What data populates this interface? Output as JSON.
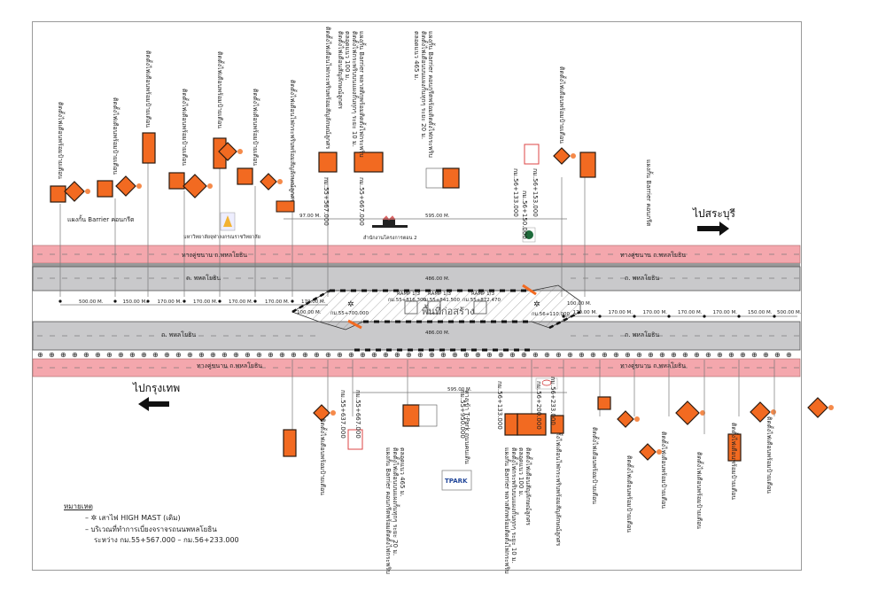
{
  "drawing": {
    "type": "traffic management plan",
    "colors": {
      "frontage_road": "#f4a7ad",
      "main_road": "#c9c9cb",
      "sign_orange": "#f26a21",
      "sign_border": "#2a1a10",
      "hatched_area": "#ffffff",
      "line": "#555555"
    }
  },
  "directions": {
    "to_saraburi": "ไปสระบุรี",
    "to_bangkok": "ไปกรุงเทพ"
  },
  "roads": {
    "frontage_north": "ทางคู่ขนาน ถ.พหลโยธิน",
    "main_north": "ถ. พหลโยธิน",
    "main_south": "ถ. พหลโยธิน",
    "frontage_south": "ทางคู่ขนาน ถ.พหลโยธิน"
  },
  "landmarks": {
    "university": "มหาวิทยาลัยจุฬาลงกรณราชวิทยาลัย",
    "office": "สำนักงานโครงการตอน 2",
    "tpark": "TPARK",
    "construction_label": "พื้นที่ก่อสร้าง"
  },
  "work_zone": {
    "length_top": "486.00 M.",
    "length_bottom": "486.00 M.",
    "taper_left": "100.00 M.",
    "taper_right": "100.00 M.",
    "start_station": "กม.55+700.000",
    "end_station": "กม.56+110.000",
    "ramps": [
      {
        "label": "RAMP 1/3",
        "station": "กม.55+816.300"
      },
      {
        "label": "RAMP 1/3",
        "station": "กม.55+841.500"
      },
      {
        "label": "RAMP 1/3",
        "station": "กม.55+872.470"
      }
    ]
  },
  "barrier_labels": {
    "left_north": "แผงกั้น Barrier คอนกรีต",
    "right_north": "แผงกั้น Barrier คอนกรีต"
  },
  "top_dims": {
    "left": "97.00 M.",
    "middle": "595.00 M."
  },
  "bottom_dims": {
    "middle": "595.00 M."
  },
  "upper_spacing_left": [
    "500.00 M.",
    "150.00 M.",
    "170.00 M.",
    "170.00 M.",
    "170.00 M.",
    "170.00 M.",
    "170.00 M."
  ],
  "upper_spacing_left_inner": "100.00 M.",
  "lower_spacing_right": [
    "170.00 M.",
    "170.00 M.",
    "170.00 M.",
    "170.00 M.",
    "170.00 M.",
    "150.00 M.",
    "500.00 M."
  ],
  "lower_spacing_right_inner": "100.00 M.",
  "stations_top": [
    "กม.55+567.000",
    "กม.55+667.000",
    "กม.56+133.000",
    "กม.56+150.000",
    "กม.56+153.000"
  ],
  "stations_bottom": [
    "กม.55+637.000",
    "กม.55+667.000",
    "กม.55+950.000",
    "กม.56+133.000",
    "กม.56+200.000",
    "กม.56+233.000"
  ],
  "tpark_note": "ทางเข้า T-Park ถนนคนเดิน",
  "sign_notes": {
    "light_sign": "ติดตั้งไฟเตือนพร้อมป้ายเตือน",
    "light_sign_arrow": "ติดตั้งไฟเตือนไฟกระพริบพร้อมสัญลักษณ์ลูกศร",
    "barrier_plastic": [
      "แผงกั้น Barrier พลาสติกพร้อมติดตั้งไฟกระพริบ",
      "ติดตั้งไฟกระพริบบนแผงกั้นทุกๆ ระยะ 10 ม.",
      "ตลอดแนว 100 ม.",
      "ติดตั้งไฟเตือนสัญลักษณ์ลูกศร"
    ],
    "barrier_concrete": [
      "แผงกั้น Barrier คอนกรีตพร้อมติดตั้งไฟกระพริบ",
      "ติดตั้งไฟเตือนบนแผงกั้นทุกๆ ระยะ 20 ม.",
      "ตลอดแนว 465 ม."
    ]
  },
  "legend": {
    "title": "หมายเหตุ",
    "items": [
      "✲ เสาไฟ HIGH MAST (เดิม)",
      "บริเวณที่ทำการเบี่ยงจราจรถนนพหลโยธิน"
    ],
    "range": "ระหว่าง กม.55+567.000 – กม.56+233.000"
  }
}
